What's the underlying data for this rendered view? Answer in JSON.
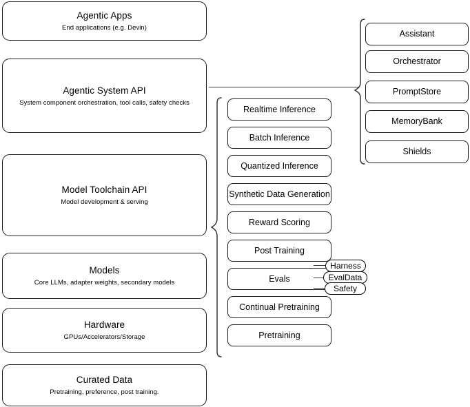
{
  "diagram": {
    "title": "AI stack layered architecture diagram",
    "stroke_color": "#1b1b1b",
    "background_color": "#ffffff"
  },
  "left_stack": {
    "name": "platform-layers",
    "items": [
      {
        "title": "Agentic Apps",
        "subtitle": "End applications (e.g. Devin)"
      },
      {
        "title": "Agentic System API",
        "subtitle": "System component orchestration, tool calls, safety checks"
      },
      {
        "title": "Model Toolchain API",
        "subtitle": "Model development & serving"
      },
      {
        "title": "Models",
        "subtitle": "Core LLMs, adapter weights, secondary models"
      },
      {
        "title": "Hardware",
        "subtitle": "GPUs/Accelerators/Storage"
      },
      {
        "title": "Curated Data",
        "subtitle": "Pretraining, preference, post training."
      }
    ]
  },
  "middle_column": {
    "name": "model-toolchain-capabilities",
    "items": [
      {
        "label": "Realtime Inference"
      },
      {
        "label": "Batch Inference"
      },
      {
        "label": "Quantized Inference"
      },
      {
        "label": "Synthetic Data Generation"
      },
      {
        "label": "Reward Scoring"
      },
      {
        "label": "Post Training"
      },
      {
        "label": "Evals"
      },
      {
        "label": "Continual Pretraining"
      },
      {
        "label": "Pretraining"
      }
    ]
  },
  "evals_badges": {
    "name": "evals-subcomponents",
    "items": [
      {
        "label": "Harness"
      },
      {
        "label": "EvalData"
      },
      {
        "label": "Safety"
      }
    ]
  },
  "right_column": {
    "name": "agentic-system-components",
    "items": [
      {
        "label": "Assistant"
      },
      {
        "label": "Orchestrator"
      },
      {
        "label": "PromptStore"
      },
      {
        "label": "MemoryBank"
      },
      {
        "label": "Shields"
      }
    ]
  }
}
